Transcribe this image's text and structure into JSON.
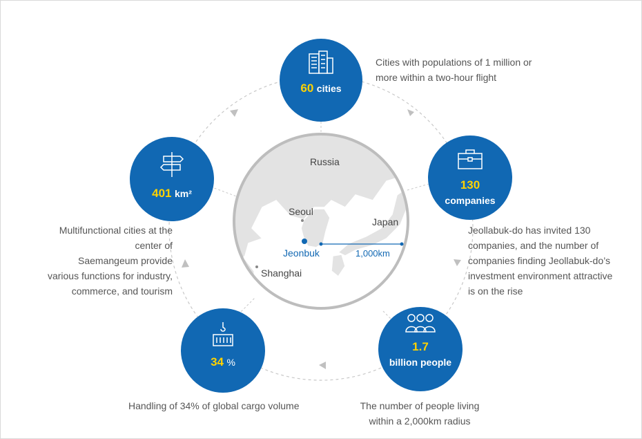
{
  "nodes": {
    "cities": {
      "value": "60",
      "unit": "cities",
      "icon": "buildings-icon",
      "description": [
        "Cities with populations of 1 million or",
        "more within a two-hour flight"
      ]
    },
    "companies": {
      "value": "130",
      "unit": "companies",
      "icon": "briefcase-icon",
      "description": [
        "Jeollabuk-do has invited 130",
        "companies, and the number of",
        "companies finding Jeollabuk-do’s",
        "investment environment attractive",
        "is on the rise"
      ]
    },
    "people": {
      "value": "1.7",
      "unit": "billion people",
      "icon": "people-icon",
      "description": [
        "The number of people living",
        "within a 2,000km radius"
      ]
    },
    "cargo": {
      "value": "34",
      "unit": "%",
      "icon": "cargo-crane-icon",
      "description": [
        "Handling of 34% of global cargo volume"
      ]
    },
    "area": {
      "value": "401",
      "unit": "km²",
      "icon": "signpost-icon",
      "description": [
        "Multifunctional cities at the",
        "center of",
        "Saemangeum provide",
        "various functions for industry,",
        "commerce, and tourism"
      ]
    }
  },
  "map": {
    "labels": {
      "russia": "Russia",
      "seoul": "Seoul",
      "japan": "Japan",
      "jeonbuk": "Jeonbuk",
      "distance": "1,000km",
      "shanghai": "Shanghai"
    }
  },
  "colors": {
    "brand_blue": "#1168b3",
    "value_yellow": "#ffd200",
    "map_land": "#e3e3e3",
    "map_sea": "#ffffff"
  }
}
